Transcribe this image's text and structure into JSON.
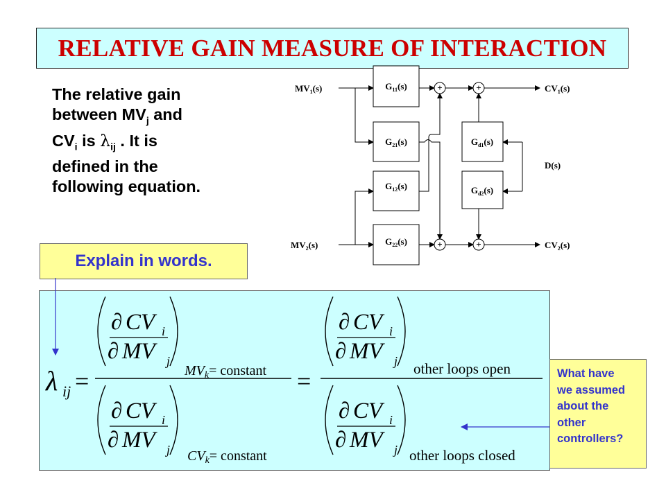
{
  "title": "RELATIVE GAIN MEASURE OF INTERACTION",
  "intro": {
    "line1": "The relative gain",
    "line2_a": "between MV",
    "line2_sub": "j",
    "line2_b": " and",
    "line3_a": "CV",
    "line3_sub": "i",
    "line3_b": " is ",
    "lambda": "λ",
    "line3_sub2": "ij",
    "line3_c": " .  It is",
    "line4": "defined in the",
    "line5": "following equation."
  },
  "diagram": {
    "inputs": {
      "mv1": "MV",
      "mv1_sub": "1",
      "mv2": "MV",
      "mv2_sub": "2",
      "arg": "(s)"
    },
    "outputs": {
      "cv1": "CV",
      "cv1_sub": "1",
      "cv2": "CV",
      "cv2_sub": "2",
      "arg": "(s)"
    },
    "disturbance": "D(s)",
    "blocks": {
      "g11": {
        "name": "G",
        "sub": "11",
        "arg": "(s)"
      },
      "g21": {
        "name": "G",
        "sub": "21",
        "arg": "(s)"
      },
      "g12": {
        "name": "G",
        "sub": "12",
        "arg": "(s)"
      },
      "g22": {
        "name": "G",
        "sub": "22",
        "arg": "(s)"
      },
      "gd1": {
        "name": "G",
        "sub": "d1",
        "arg": "(s)"
      },
      "gd2": {
        "name": "G",
        "sub": "d2",
        "arg": "(s)"
      }
    },
    "sum_sign": "+"
  },
  "explain_label": "Explain in words.",
  "equation": {
    "lambda": "λ",
    "lambda_sub": "ij",
    "equals": "=",
    "partial": "∂",
    "num": "CV",
    "num_sub": "i",
    "den": "MV",
    "den_sub": "j",
    "cond1_var": "MV",
    "cond1_sub": "k",
    "cond1_rest": "= constant",
    "cond2_var": "CV",
    "cond2_sub": "k",
    "cond2_rest": "= constant",
    "cond3": "other loops open",
    "cond4": "other loops closed"
  },
  "assumption_lines": [
    "What have",
    "we assumed",
    "about the",
    "other",
    "controllers?"
  ],
  "colors": {
    "title": "#cc0000",
    "callout_text": "#3333cc",
    "callout_bg": "#ffff99",
    "panel_bg": "#ccffff"
  }
}
